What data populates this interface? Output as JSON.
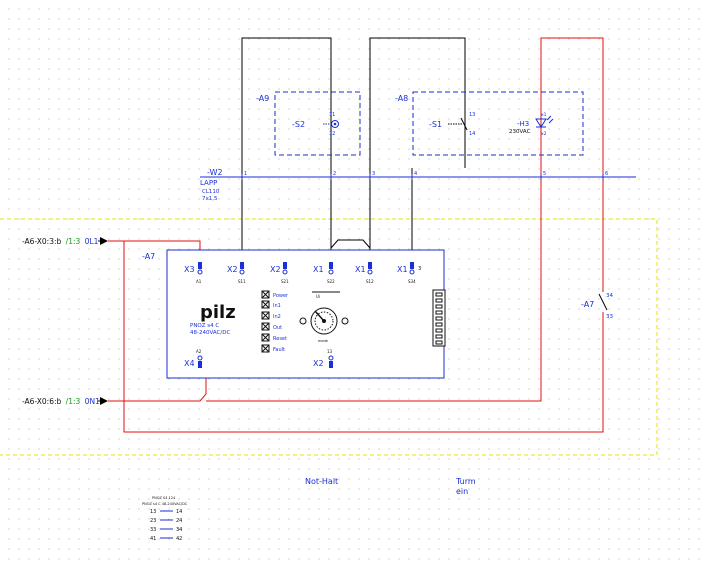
{
  "colors": {
    "wire_black": "#000000",
    "wire_red": "#e01010",
    "blue": "#1a2fd6",
    "green": "#1a9a1a",
    "yellow_boundary": "#e6e600",
    "device_border": "#1a2fd6"
  },
  "cable": {
    "tag": "-W2",
    "maker": "LAPP",
    "type": "CL110",
    "spec": "7x1,5",
    "conductors": [
      "1",
      "2",
      "3",
      "4",
      "5",
      "6"
    ]
  },
  "boxes": {
    "a9": {
      "tag": "-A9",
      "device": "-S2",
      "pin_top": "11",
      "pin_bottom": "12"
    },
    "a8": {
      "tag": "-A8",
      "switch": "-S1",
      "pin_top": "13",
      "pin_bottom": "14",
      "lamp": "-H3",
      "lamp_voltage": "230VAC",
      "lamp_pin_top": "x1",
      "lamp_pin_bottom": "x2"
    }
  },
  "refs": {
    "top_ref": "-A6-X0:3:b",
    "top_ref_page": "/1:3",
    "top_signal": "0L1",
    "bottom_ref": "-A6-X0:6:b",
    "bottom_ref_page": "/1:3",
    "bottom_signal": "0N1"
  },
  "device": {
    "tag": "-A7",
    "terminals_top": [
      {
        "label": "X3",
        "sub": "A1"
      },
      {
        "label": "X2",
        "sub": "S11"
      },
      {
        "label": "X2",
        "sub": "S21"
      },
      {
        "label": "X1",
        "sub": "S22"
      },
      {
        "label": "X1",
        "sub": "S12"
      },
      {
        "label": "X1",
        "sub": "S34"
      }
    ],
    "terminal_extra": "3",
    "terminals_bottom": [
      {
        "label": "X4",
        "sub": "A2"
      },
      {
        "label": "X2",
        "sub": "13"
      }
    ],
    "brand": "pilz",
    "model": "PNOZ s4 C",
    "voltage": "48-240VAC/DC",
    "leds": [
      "Power",
      "In1",
      "In2",
      "Out",
      "Reset",
      "Fault"
    ],
    "dial_label": "Ui",
    "mode_label": "mode"
  },
  "side_contact": {
    "tag": "-A7",
    "pin_top": "34",
    "pin_bottom": "33"
  },
  "labels": {
    "not_halt": "Not-Halt",
    "turm": "Turm",
    "ein": "ein"
  },
  "legend_table": {
    "header1": "PNOZ S4 124",
    "header2": "PNOZ s4 C 48-240VAC/DC",
    "rows": [
      {
        "a": "13",
        "b": "14"
      },
      {
        "a": "23",
        "b": "24"
      },
      {
        "a": "33",
        "b": "34"
      },
      {
        "a": "41",
        "b": "42"
      }
    ]
  }
}
